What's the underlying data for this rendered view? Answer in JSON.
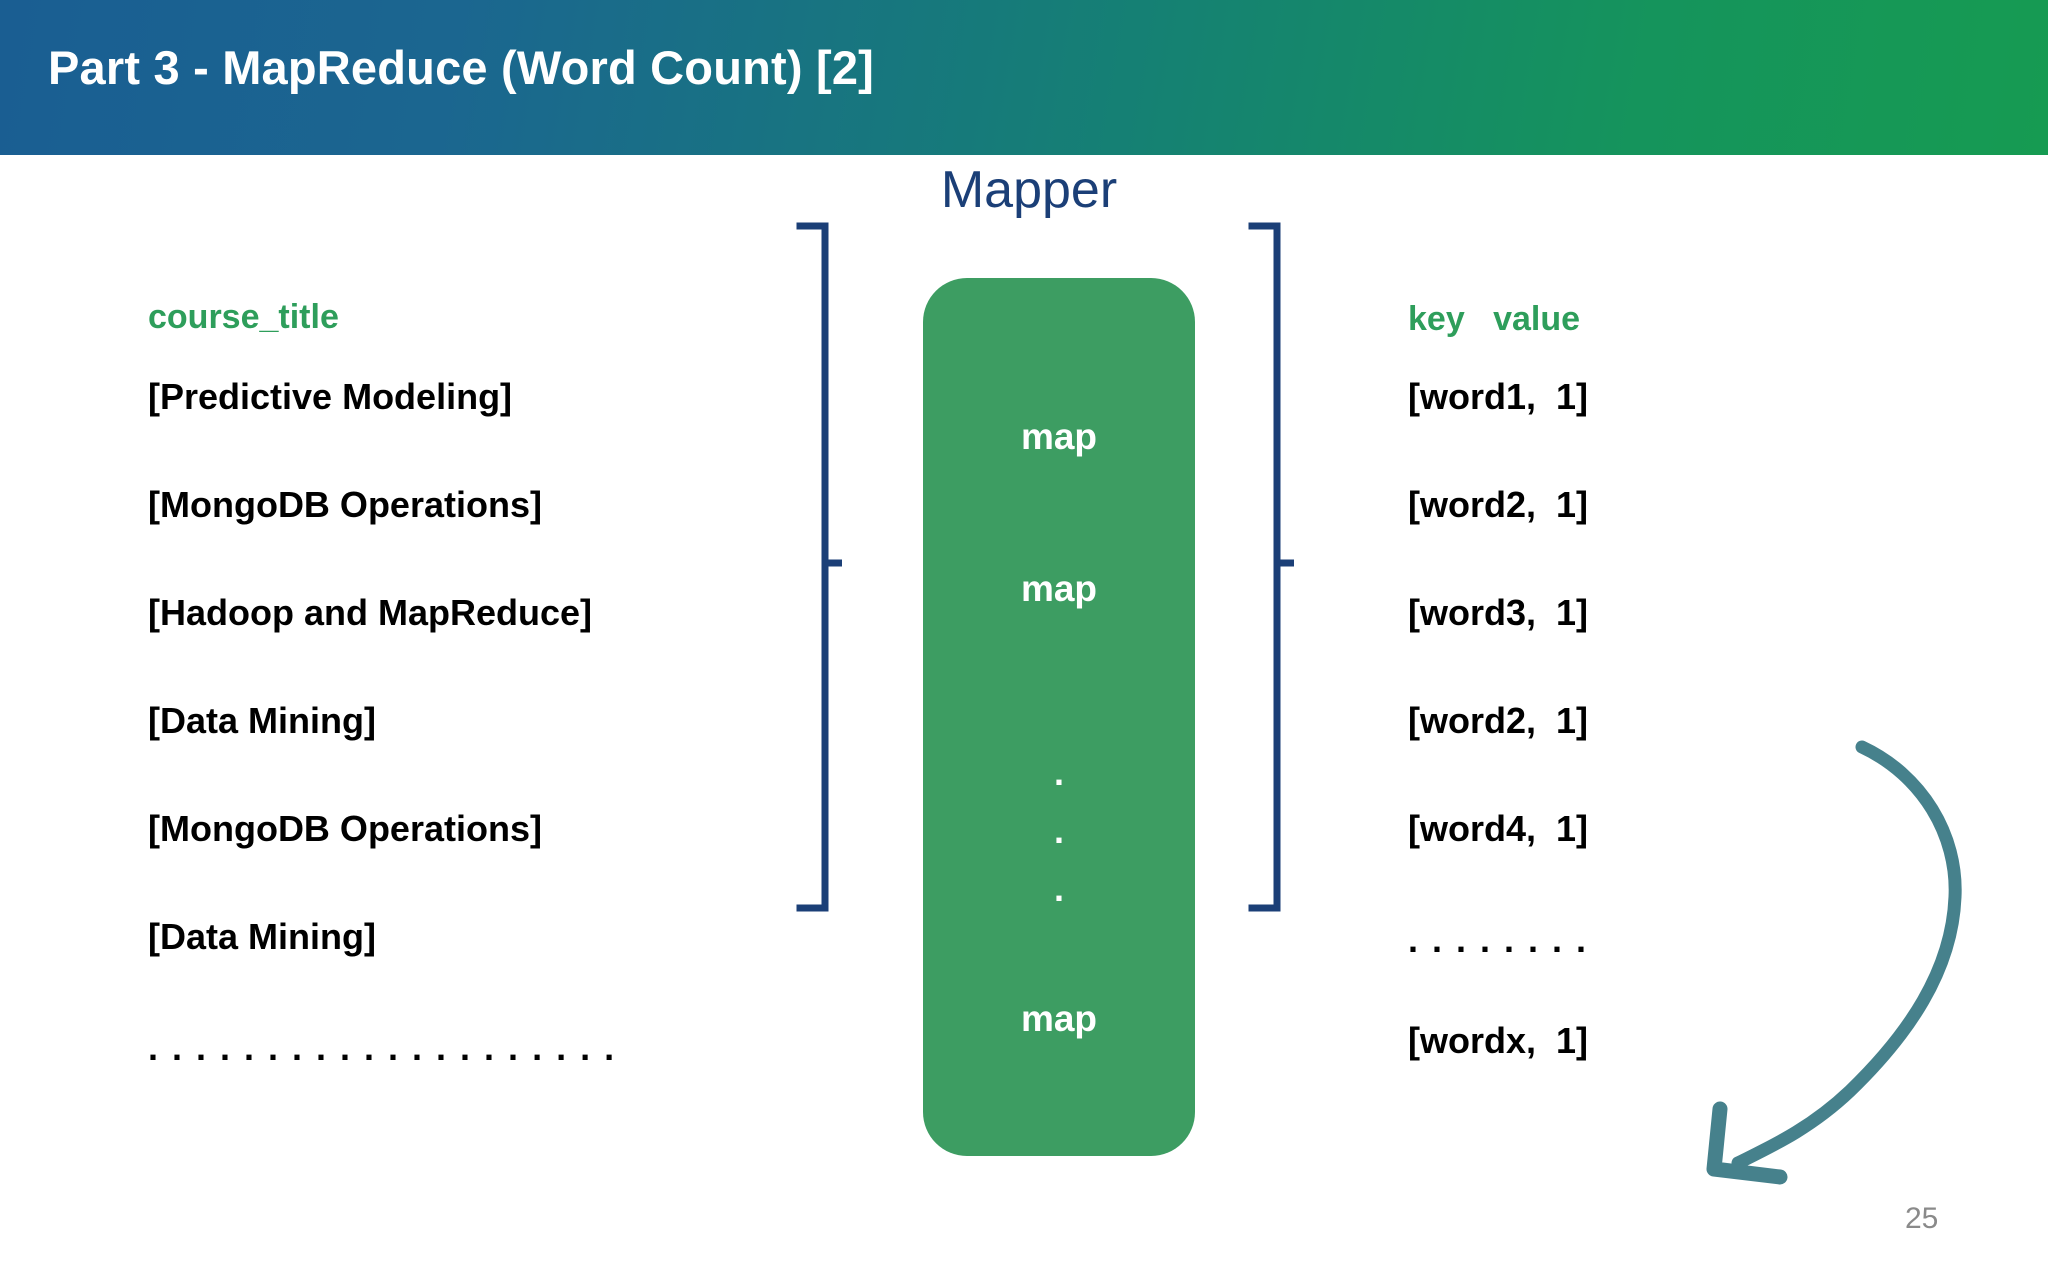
{
  "header": {
    "title": "Part 3 - MapReduce (Word Count) [2]",
    "gradient_from": "#1a5e92",
    "gradient_to": "#169b52",
    "title_color": "#ffffff"
  },
  "diagram": {
    "stage_label": "Mapper",
    "stage_label_color": "#1b3f77",
    "bracket_color": "#1b3f77",
    "box_color": "#3d9d62",
    "header_accent_color": "#2e9e5b"
  },
  "input_column": {
    "header": "course_title",
    "items": [
      "[Predictive Modeling]",
      "[MongoDB Operations]",
      "[Hadoop and MapReduce]",
      "[Data Mining]",
      "[MongoDB Operations]",
      "[Data Mining]"
    ],
    "ellipsis": ". . . . . . . . . . . . . . . . . . . ."
  },
  "mapper_box": {
    "functions": [
      "map",
      "map",
      "map"
    ],
    "vertical_ellipsis": [
      ".",
      ".",
      "."
    ]
  },
  "output_column": {
    "header": "key   value",
    "items": [
      "[word1,  1]",
      "[word2,  1]",
      "[word3,  1]",
      "[word2,  1]",
      "[word4,  1]"
    ],
    "ellipsis": ". . . . . . . .",
    "last_item": "[wordx,  1]"
  },
  "annotation": {
    "arrow_name": "curved-arrow",
    "arrow_color": "#46818c"
  },
  "footer": {
    "page_number": "25",
    "page_number_color": "#8a8a8a"
  }
}
